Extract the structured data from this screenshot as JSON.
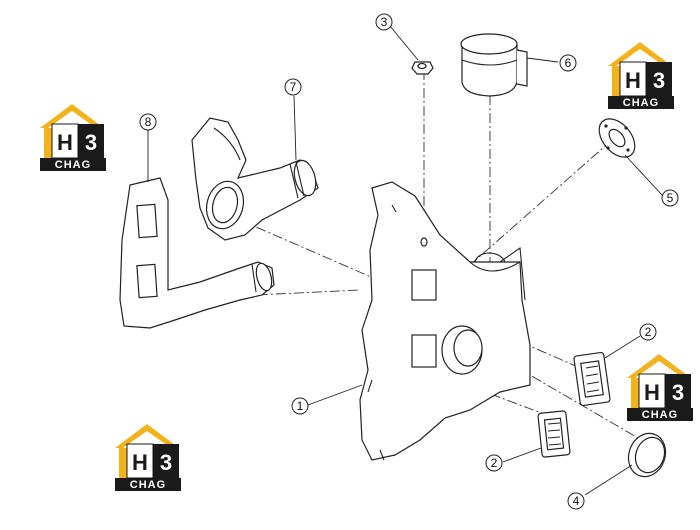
{
  "callouts": [
    {
      "label": "1"
    },
    {
      "label": "2"
    },
    {
      "label": "2"
    },
    {
      "label": "3"
    },
    {
      "label": "4"
    },
    {
      "label": "5"
    },
    {
      "label": "6"
    },
    {
      "label": "7"
    },
    {
      "label": "8"
    }
  ],
  "watermark": {
    "mark": "H",
    "mark_number": "3",
    "wordmark": "CHAG",
    "colors": {
      "roof": "#f2b21b",
      "dark": "#1a1a1a",
      "text": "#ffffff"
    }
  }
}
